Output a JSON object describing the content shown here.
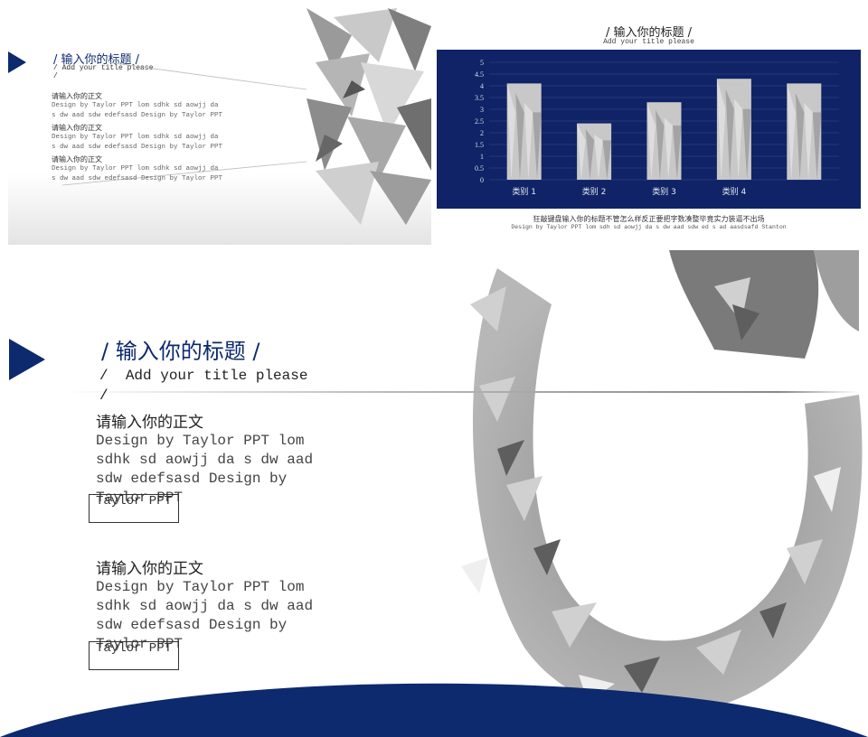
{
  "slide1": {
    "title": "输入你的标题",
    "subtitle": "Add your title please",
    "blocks": [
      {
        "heading": "请输入你的正文",
        "body": "Design by Taylor PPT lom sdhk sd aowjj da s dw  aad sdw edefsasd Design by Taylor PPT"
      },
      {
        "heading": "请输入你的正文",
        "body": "Design by Taylor PPT lom sdhk sd aowjj da s dw  aad sdw edefsasd Design by Taylor PPT"
      },
      {
        "heading": "请输入你的正文",
        "body": "Design by Taylor PPT lom sdhk sd aowjj da s dw  aad sdw edefsasd Design by Taylor PPT"
      }
    ]
  },
  "slide2": {
    "title": "输入你的标题",
    "subtitle": "Add your title please",
    "caption": "狂敲键盘输入你的标题不管怎么样反正要把字数凑整毕竟实力装逼不出场",
    "caption_en": "Design by Taylor PPT lom sdh sd aowjj da s dw  aad sdw ed  s ad aasdsafd  Stanton"
  },
  "chart_data": {
    "type": "bar",
    "categories": [
      "类别 1",
      "类别 2",
      "类别 3",
      "类别 4",
      ""
    ],
    "values": [
      4.1,
      2.4,
      3.3,
      4.3,
      4.1
    ],
    "yticks": [
      "0",
      "0.5",
      "1",
      "1.5",
      "2",
      "2.5",
      "3",
      "3.5",
      "4",
      "4.5",
      "5"
    ],
    "ylim": [
      0,
      5
    ],
    "grid": true,
    "background": "#0f2366",
    "bar_color": "#c8c8c8"
  },
  "slide3": {
    "title": "输入你的标题",
    "subtitle": "Add your title please",
    "blocks": [
      {
        "heading": "请输入你的正文",
        "body": "Design by Taylor PPT lom sdhk sd aowjj da s dw  aad sdw edefsasd Design by Taylor PPT",
        "tag": "Taylor PPT"
      },
      {
        "heading": "请输入你的正文",
        "body": "Design by Taylor PPT lom sdhk sd aowjj da s dw  aad sdw edefsasd Design by Taylor PPT",
        "tag": "Taylor PPT"
      }
    ]
  },
  "colors": {
    "accent": "#0d2a6e"
  },
  "icons": {
    "bullet": "triangle-right-icon",
    "art": "faceted-3d-sculpture"
  }
}
